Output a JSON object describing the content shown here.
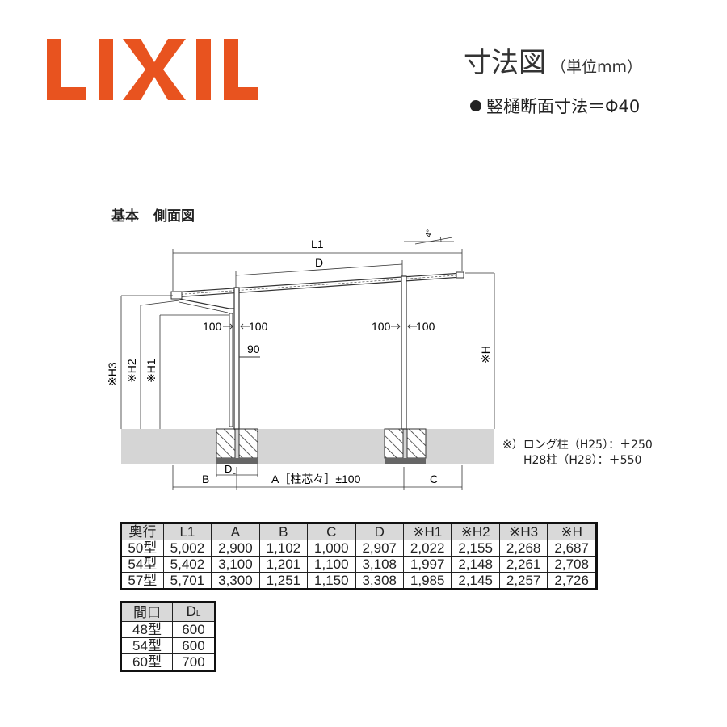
{
  "brand": {
    "name": "LIXIL",
    "color": "#e8531f"
  },
  "header": {
    "title": "寸法図",
    "unit": "（単位mm）",
    "note": "竪樋断面寸法＝Φ40"
  },
  "section_title": {
    "a": "基本",
    "b": "側面図"
  },
  "diagram": {
    "labels": {
      "l1": "L1",
      "d": "D",
      "angle": "4°",
      "left_offset_l": "100",
      "left_offset_r": "100",
      "right_offset_l": "100",
      "right_offset_r": "100",
      "ninety": "90",
      "h3": "※H3",
      "h2": "※H2",
      "h1": "※H1",
      "h": "※H",
      "b": "B",
      "dl": "D",
      "dl_sub": "L",
      "a": "A［柱芯々］±100",
      "c": "C"
    },
    "footnote1": "※）ロング柱（H25）：＋250",
    "footnote2": "H28柱（H28）：＋550"
  },
  "main_table": {
    "headers": [
      "奥行",
      "L1",
      "A",
      "B",
      "C",
      "D",
      "※H1",
      "※H2",
      "※H3",
      "※H"
    ],
    "rows": [
      [
        "50型",
        "5,002",
        "2,900",
        "1,102",
        "1,000",
        "2,907",
        "2,022",
        "2,155",
        "2,268",
        "2,687"
      ],
      [
        "54型",
        "5,402",
        "3,100",
        "1,201",
        "1,100",
        "3,108",
        "1,997",
        "2,148",
        "2,261",
        "2,708"
      ],
      [
        "57型",
        "5,701",
        "3,300",
        "1,251",
        "1,150",
        "3,308",
        "1,985",
        "2,145",
        "2,257",
        "2,726"
      ]
    ]
  },
  "sub_table": {
    "headers": [
      "間口",
      "D",
      "L"
    ],
    "rows": [
      [
        "48型",
        "600"
      ],
      [
        "54型",
        "600"
      ],
      [
        "60型",
        "700"
      ]
    ]
  }
}
